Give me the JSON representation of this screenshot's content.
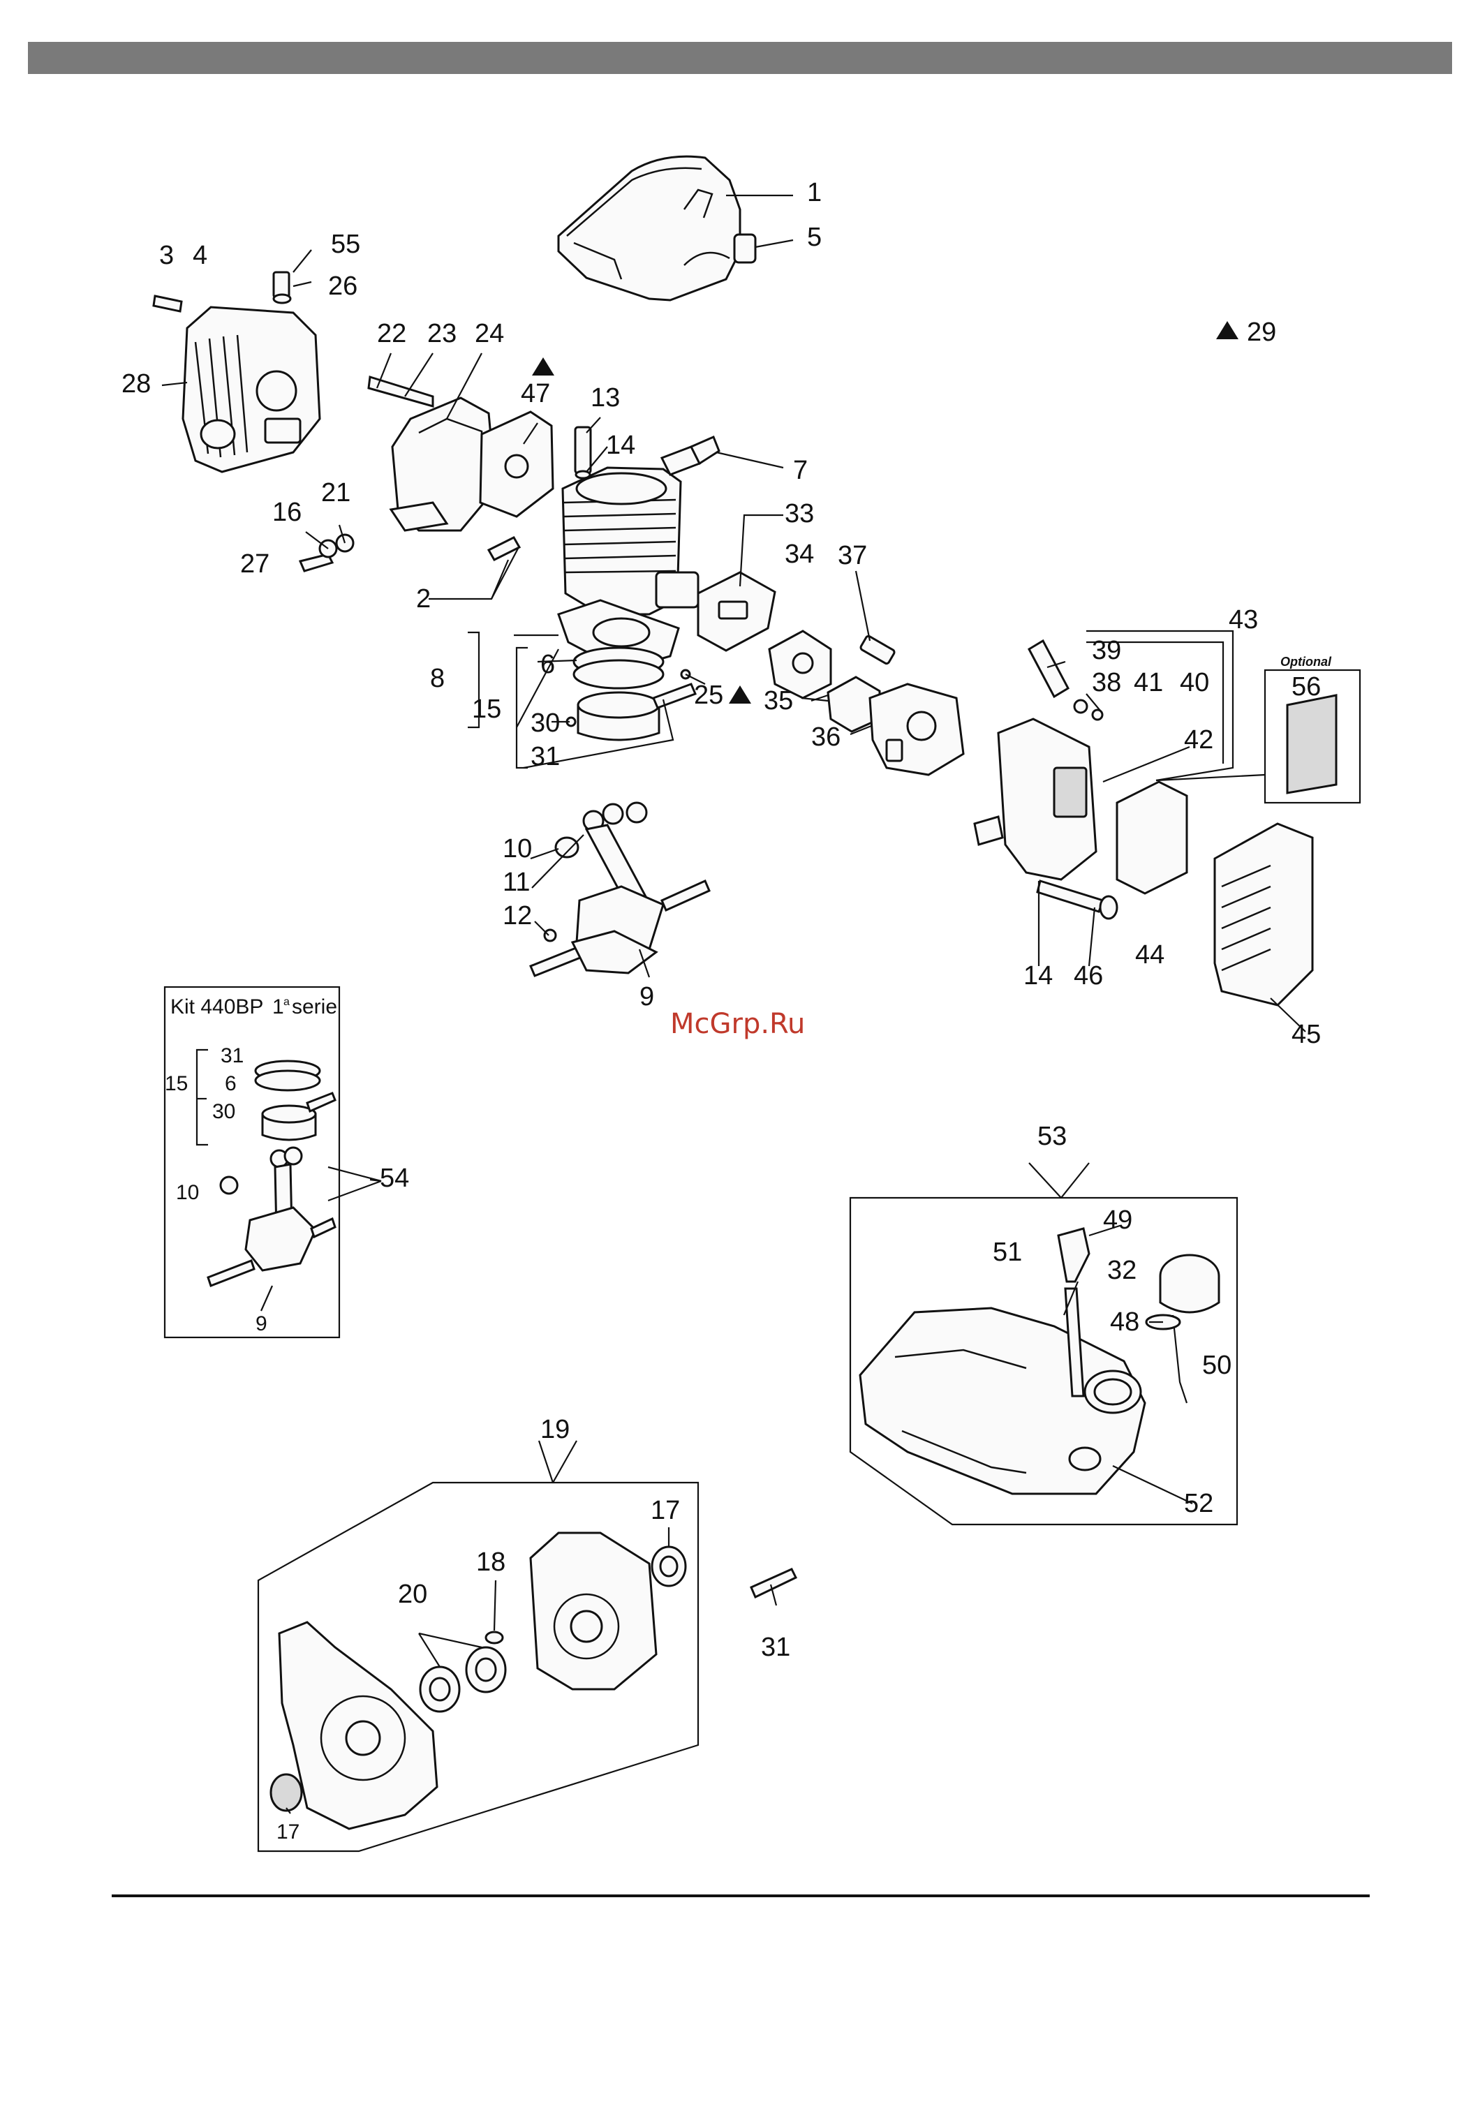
{
  "header_bar": {
    "color": "#7a7a7a"
  },
  "watermark": {
    "text": "McGrp.Ru",
    "color": "#c0392b"
  },
  "optional_label": "Optional",
  "kit": {
    "title": "Kit 440BP",
    "series_num": "1",
    "series_sup": "a",
    "series_word": "serie"
  },
  "callouts": {
    "c1": "1",
    "c5": "5",
    "c3": "3",
    "c4": "4",
    "c55": "55",
    "c26": "26",
    "c28": "28",
    "c29": "29",
    "c22": "22",
    "c23": "23",
    "c24": "24",
    "c47": "47",
    "c13": "13",
    "c14": "14",
    "c7": "7",
    "c16": "16",
    "c21": "21",
    "c27": "27",
    "c2": "2",
    "c33": "33",
    "c34": "34",
    "c37": "37",
    "c43": "43",
    "c39": "39",
    "c38": "38",
    "c41": "41",
    "c40": "40",
    "c56": "56",
    "c8": "8",
    "c6": "6",
    "c15": "15",
    "c30": "30",
    "c31": "31",
    "c25": "25",
    "c35": "35",
    "c36": "36",
    "c42": "42",
    "c10": "10",
    "c11": "11",
    "c12": "12",
    "c9": "9",
    "c14b": "14",
    "c46": "46",
    "c44": "44",
    "c45": "45",
    "k31": "31",
    "k6": "6",
    "k15": "15",
    "k30": "30",
    "k10": "10",
    "k9": "9",
    "k54": "54",
    "c53": "53",
    "c49": "49",
    "c51": "51",
    "c32": "32",
    "c48": "48",
    "c50": "50",
    "c52": "52",
    "c19": "19",
    "c17a": "17",
    "c18": "18",
    "c20": "20",
    "c31b": "31",
    "c17b": "17"
  }
}
